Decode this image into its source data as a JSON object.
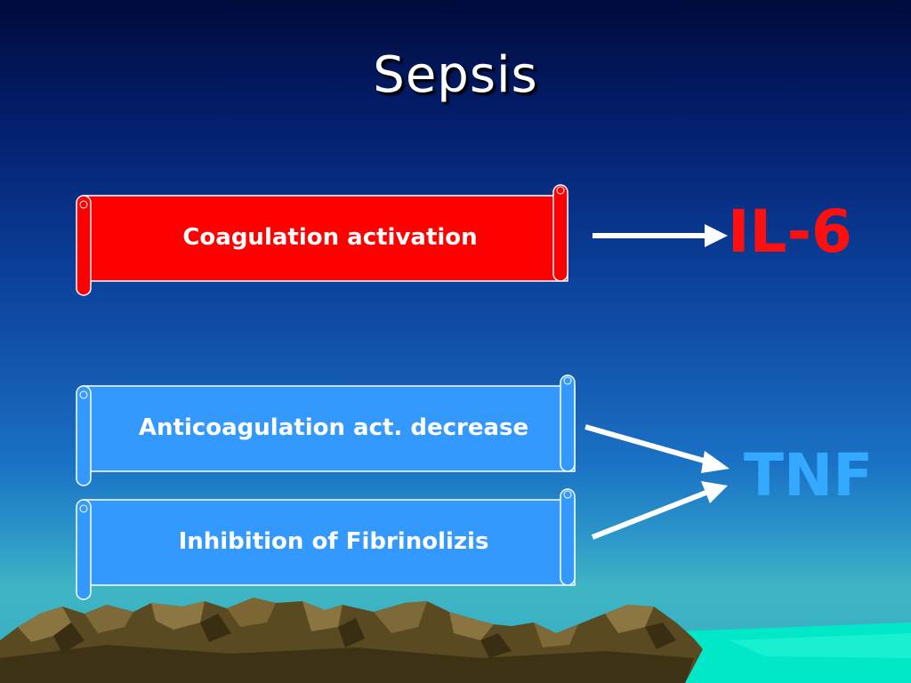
{
  "slide": {
    "title": "Sepsis",
    "boxes": [
      {
        "label": "Coagulation activation",
        "color": "#ff0000"
      },
      {
        "label": "Anticoagulation act. decrease",
        "color": "#3399ff"
      },
      {
        "label": "Inhibition of Fibrinolizis",
        "color": "#3399ff"
      }
    ],
    "targets": [
      {
        "label": "IL-6",
        "color": "#ff1010"
      },
      {
        "label": "TNF",
        "color": "#33aaff"
      }
    ]
  }
}
